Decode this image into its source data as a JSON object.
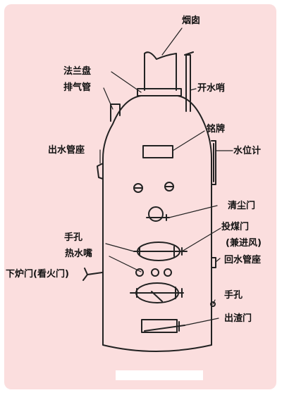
{
  "labels": {
    "chimney": "烟囱",
    "flange": "法兰盘",
    "exhaust_pipe": "排气管",
    "boiling_whistle": "开水哨",
    "nameplate": "铭牌",
    "outlet_pipe_seat": "出水管座",
    "water_level_gauge": "水位计",
    "cleaning_door": "清尘门",
    "hand_hole_upper": "手孔",
    "coal_feeding_door": "投煤门",
    "air_inlet": "(兼进风)",
    "hot_water_tap": "热水嘴",
    "return_pipe_seat": "回水管座",
    "lower_furnace_door": "下炉门(看火门)",
    "hand_hole_lower": "手孔",
    "slag_door": "出渣门"
  },
  "colors": {
    "panel": "#fbdede",
    "ink": "#111111"
  }
}
